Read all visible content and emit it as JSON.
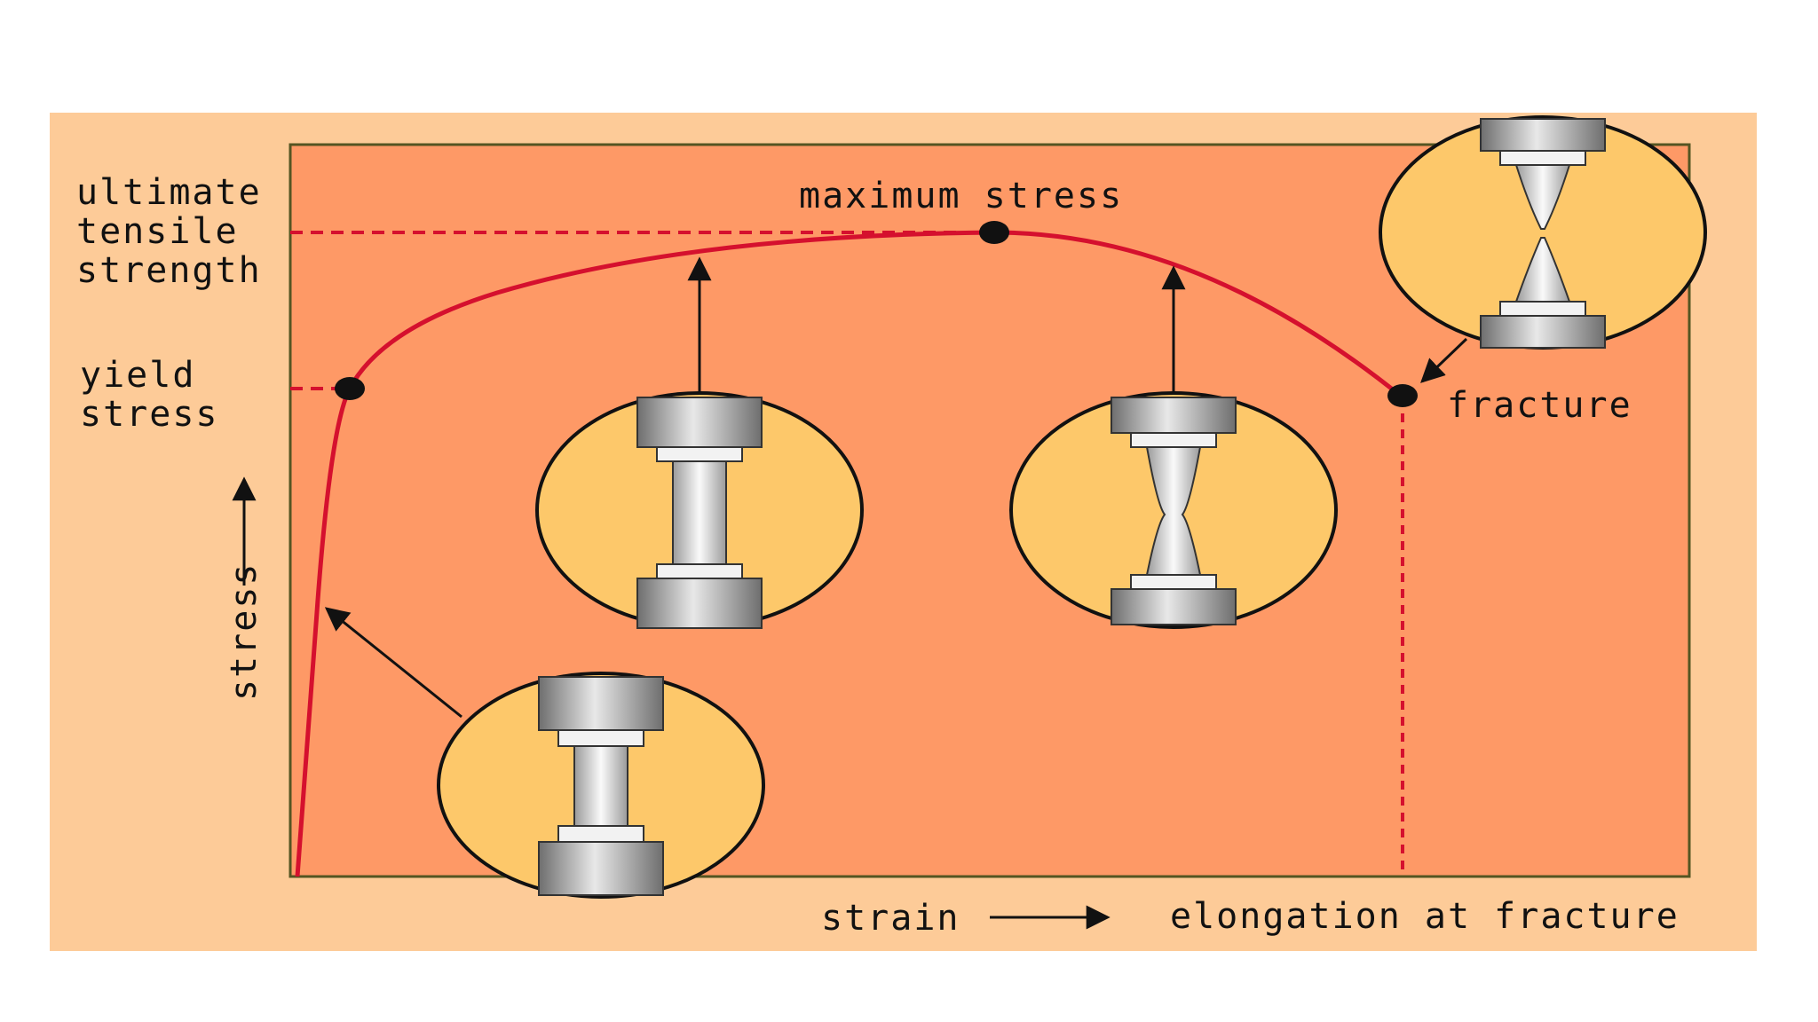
{
  "labels": {
    "ultimate_line1": "ultimate",
    "ultimate_line2": "tensile",
    "ultimate_line3": "strength",
    "yield_line1": "yield",
    "yield_line2": "stress",
    "maximum_stress": "maximum stress",
    "fracture": "fracture",
    "stress_axis": "stress",
    "strain_axis": "strain",
    "elongation": "elongation at fracture"
  },
  "colors": {
    "outer_background": "#fdcb98",
    "plot_background": "#fe9966",
    "curve": "#d5102e",
    "circle_fill": "#fdc86a",
    "specimen_metal": "#a8a8a8",
    "axis": "#222222"
  },
  "specimens": [
    {
      "name": "elastic-stage",
      "state": "uniform"
    },
    {
      "name": "plastic-stage",
      "state": "uniform"
    },
    {
      "name": "necking-stage",
      "state": "necked"
    },
    {
      "name": "fracture-stage",
      "state": "broken"
    }
  ]
}
